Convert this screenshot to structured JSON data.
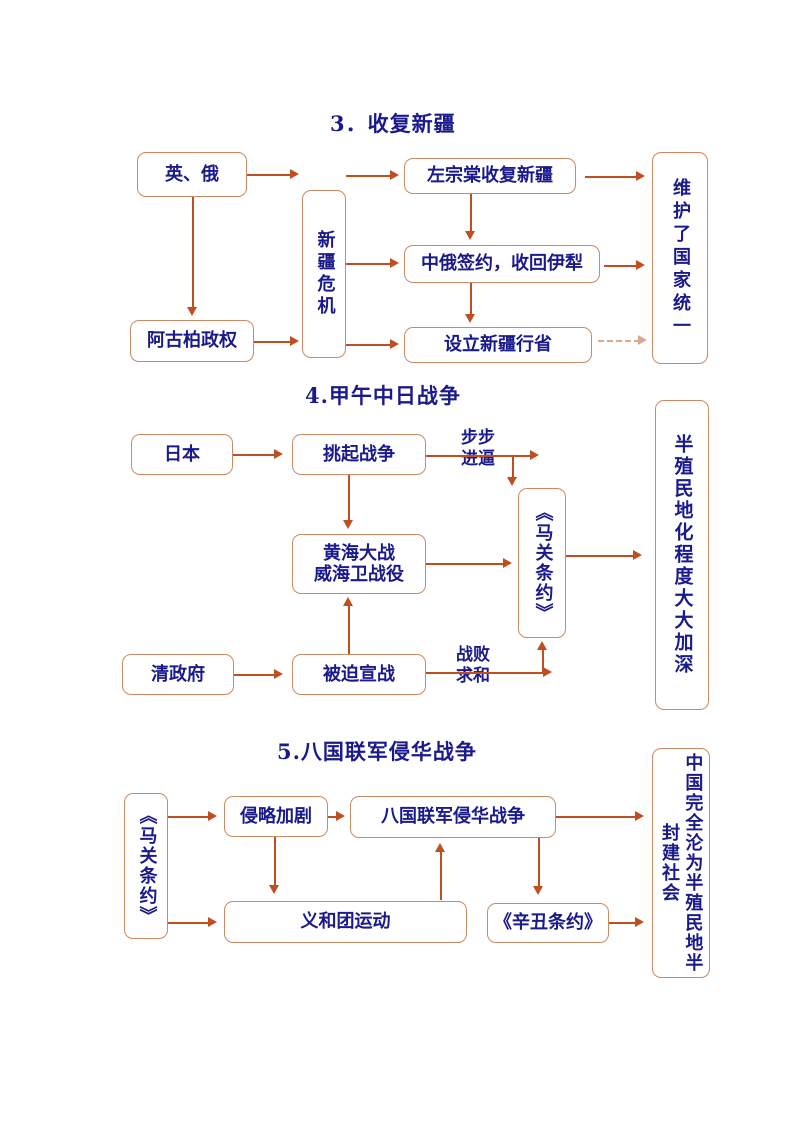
{
  "document": {
    "page_background": "#ffffff",
    "text_color": "#1a1a8c",
    "box_border_color": "#c98b63",
    "arrow_color": "#bf4f21",
    "dashed_arrow_color": "#d9a98f"
  },
  "sections": [
    {
      "id": "section-3",
      "title": "3．收复新疆",
      "nodes": {
        "britain_russia": "英、俄",
        "yakub_beg_regime": "阿古柏政权",
        "xinjiang_crisis": "新疆危机",
        "zuo_zongtang": "左宗棠收复新疆",
        "sino_russian_treaty": "中俄签约，收回伊犁",
        "establish_province": "设立新疆行省",
        "outcome": "维护了国家统一"
      }
    },
    {
      "id": "section-4",
      "title": "4.甲午中日战争",
      "nodes": {
        "japan": "日本",
        "provoke_war": "挑起战争",
        "qing_government": "清政府",
        "forced_declare_war": "被迫宣战",
        "naval_battles_line1": "黄海大战",
        "naval_battles_line2": "威海卫战役",
        "treaty_shimonoseki": "《马关条约》",
        "outcome": "半殖民地化程度大大加深"
      },
      "edge_labels": {
        "step_by_step_line1": "步步",
        "step_by_step_line2": "进逼",
        "defeat_peace_line1": "战败",
        "defeat_peace_line2": "求和"
      }
    },
    {
      "id": "section-5",
      "title": "5.八国联军侵华战争",
      "nodes": {
        "treaty_shimonoseki": "《马关条约》",
        "aggression_intensifies": "侵略加剧",
        "eight_nation_alliance": "八国联军侵华战争",
        "boxer_movement": "义和团运动",
        "boxer_protocol": "《辛丑条约》",
        "outcome": "中国完全沦为半殖民地半封建社会"
      }
    }
  ]
}
